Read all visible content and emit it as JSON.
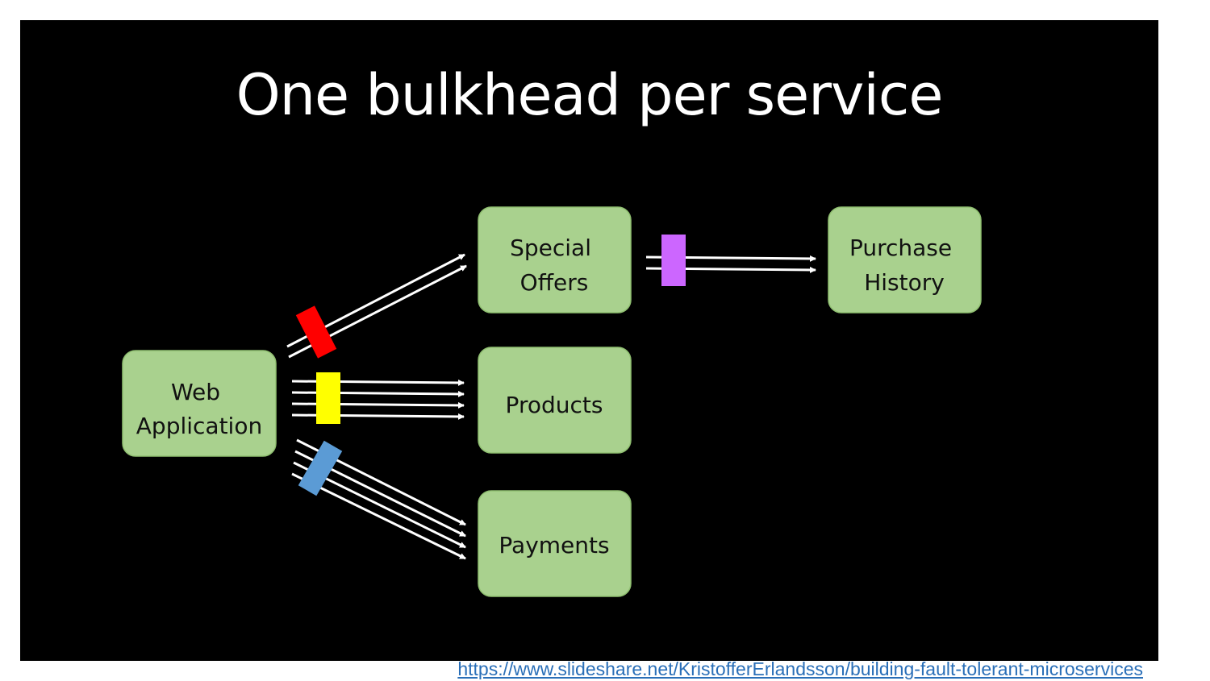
{
  "slide": {
    "title": "One bulkhead per service"
  },
  "diagram": {
    "nodes": {
      "web_application": [
        "Web",
        "Application"
      ],
      "special_offers": [
        "Special",
        "Offers"
      ],
      "products": [
        "Products"
      ],
      "payments": [
        "Payments"
      ],
      "purchase_history": [
        "Purchase",
        "History"
      ]
    },
    "colors": {
      "node_fill": "#a9d18e",
      "node_stroke": "#8fbf70",
      "arrow": "#ffffff",
      "bulkhead_special_offers": "#ff0000",
      "bulkhead_products": "#ffff00",
      "bulkhead_payments": "#5b9bd5",
      "bulkhead_purchase_history": "#cc66ff"
    }
  },
  "source": {
    "url_text": "https://www.slideshare.net/KristofferErlandsson/building-fault-tolerant-microservices"
  }
}
